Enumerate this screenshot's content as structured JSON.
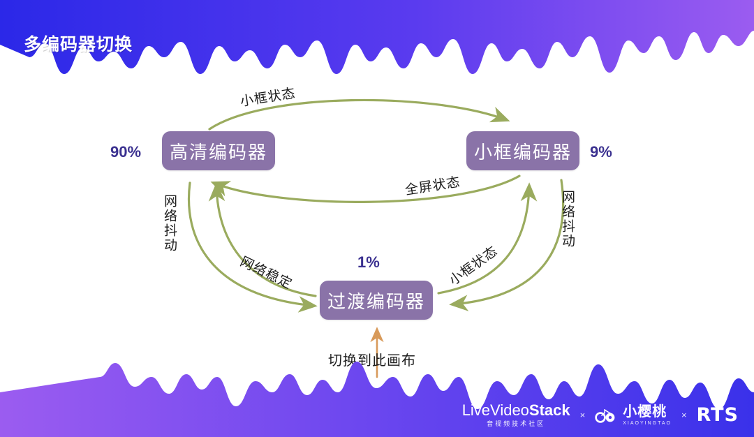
{
  "slide": {
    "title": "多编码器切换",
    "background_color": "#ffffff"
  },
  "theme": {
    "header_gradient_start": "#2b28e8",
    "header_gradient_end": "#9b5cf0",
    "footer_gradient_start": "#9b5cf0",
    "footer_gradient_end": "#3a31ea",
    "node_color": "#8a73a8",
    "arrow_color": "#9aab5e",
    "percent_color": "#3b3190",
    "accent_orange": "#d89a5a"
  },
  "diagram": {
    "type": "state-transition",
    "nodes": [
      {
        "id": "hd",
        "label": "高清编码器",
        "percent": "90%"
      },
      {
        "id": "small",
        "label": "小框编码器",
        "percent": "9%"
      },
      {
        "id": "transition",
        "label": "过渡编码器",
        "percent": "1%"
      }
    ],
    "edges": [
      {
        "id": "hd-to-small",
        "from": "hd",
        "to": "small",
        "label": "小框状态"
      },
      {
        "id": "small-to-hd",
        "from": "small",
        "to": "hd",
        "label": "全屏状态"
      },
      {
        "id": "hd-to-transition",
        "from": "hd",
        "to": "transition",
        "label": "网络抖动"
      },
      {
        "id": "transition-to-hd",
        "from": "transition",
        "to": "hd",
        "label": "网络稳定"
      },
      {
        "id": "transition-to-small",
        "from": "transition",
        "to": "small",
        "label": "网络抖动"
      },
      {
        "id": "small-to-transition",
        "from": "small",
        "to": "transition",
        "label": "小框状态"
      }
    ],
    "callout": {
      "label": "切换到此画布",
      "target": "transition"
    }
  },
  "footer": {
    "logo_livevideostack": {
      "main_light": "Live",
      "main_mid": "Video",
      "main_bold": "Stack",
      "sub": "音视频技术社区"
    },
    "separator": "×",
    "logo_cherry": {
      "cn": "小樱桃",
      "en": "XIAOYINGTAO"
    },
    "logo_rts": "RTS"
  }
}
